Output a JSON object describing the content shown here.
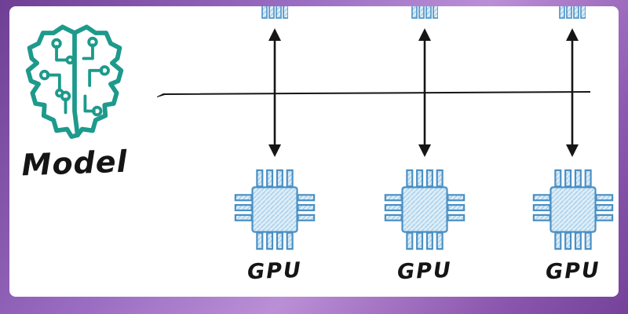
{
  "frame": {
    "colors": {
      "border_gradient_dark": "#6e3f95",
      "border_gradient_light": "#bb8fd6",
      "canvas_background": "#ffffff"
    }
  },
  "diagram": {
    "model": {
      "label": "Model",
      "icon": "brain-circuit-icon",
      "icon_color": "#1d9a8b"
    },
    "bus": {
      "description": "horizontal-connection-line",
      "color": "#161616"
    },
    "arrows": {
      "count": 3,
      "type": "double-headed-vertical",
      "color": "#161616"
    },
    "gpus": [
      {
        "label": "GPU",
        "icon": "chip-icon"
      },
      {
        "label": "GPU",
        "icon": "chip-icon"
      },
      {
        "label": "GPU",
        "icon": "chip-icon"
      }
    ],
    "chip_colors": {
      "stroke": "#4a8fc4",
      "fill": "#ddeef8",
      "hatch": "#a5cde8"
    }
  }
}
